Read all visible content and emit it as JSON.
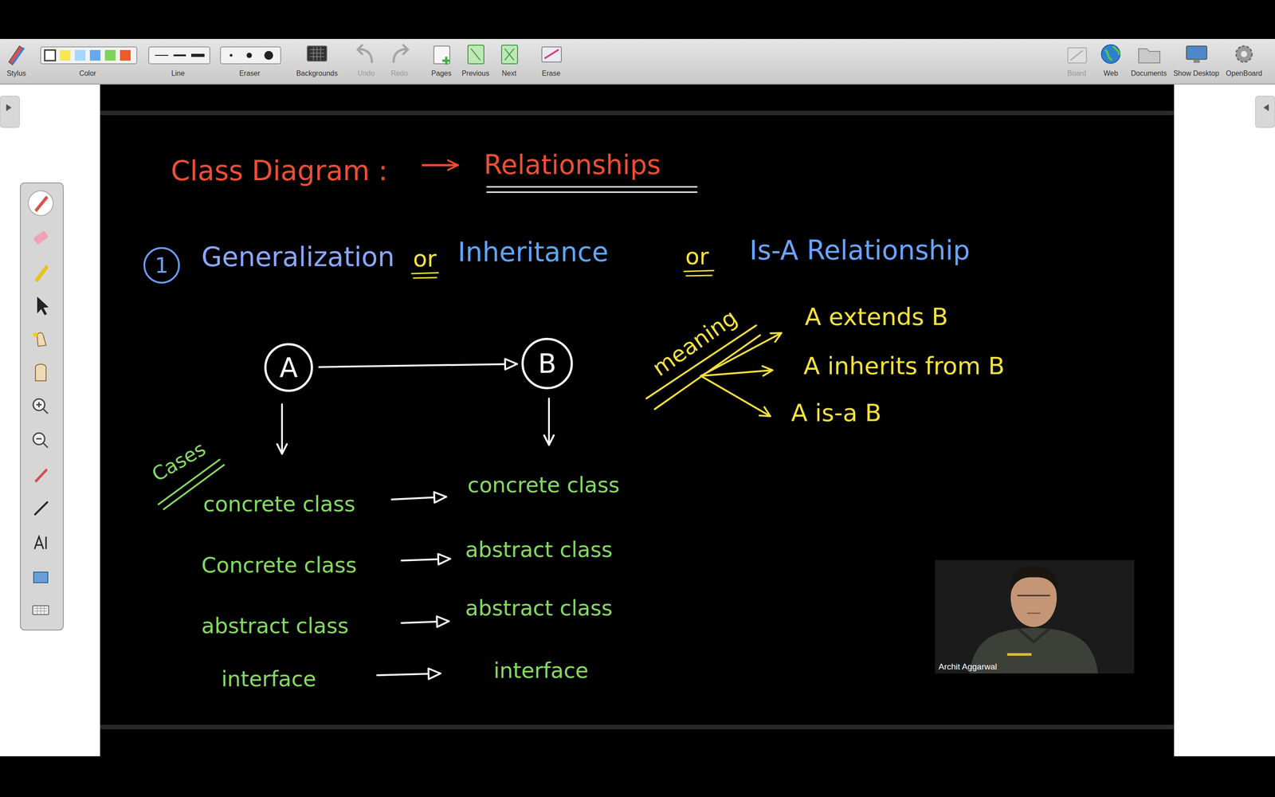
{
  "diagram": {
    "title": "Class Diagram :",
    "nodes": [
      {
        "text": [
          "1"
        ]
      },
      {
        "text": [
          "A"
        ]
      },
      {
        "text": [
          "B"
        ]
      }
    ],
    "edges": [
      {
        "from": 1,
        "to": 2,
        "arrow": "to"
      }
    ],
    "labels": [
      "Relationships",
      "Generalization",
      "or",
      "Inheritance",
      "or",
      "Is-A Relationship",
      "meaning",
      "A extends B",
      "A inherits from B",
      "A is-a B",
      "Cases",
      "concrete class",
      "concrete class",
      "Concrete class",
      "abstract class",
      "abstract class",
      "abstract class",
      "interface",
      "interface",
      "Stylus",
      "Color",
      "Line",
      "Eraser",
      "Backgrounds",
      "Undo",
      "Redo",
      "Pages",
      "Previous",
      "Next",
      "Erase",
      "Board",
      "Web",
      "Documents",
      "Show Desktop",
      "OpenBoard",
      "Archit Aggarwal"
    ]
  }
}
